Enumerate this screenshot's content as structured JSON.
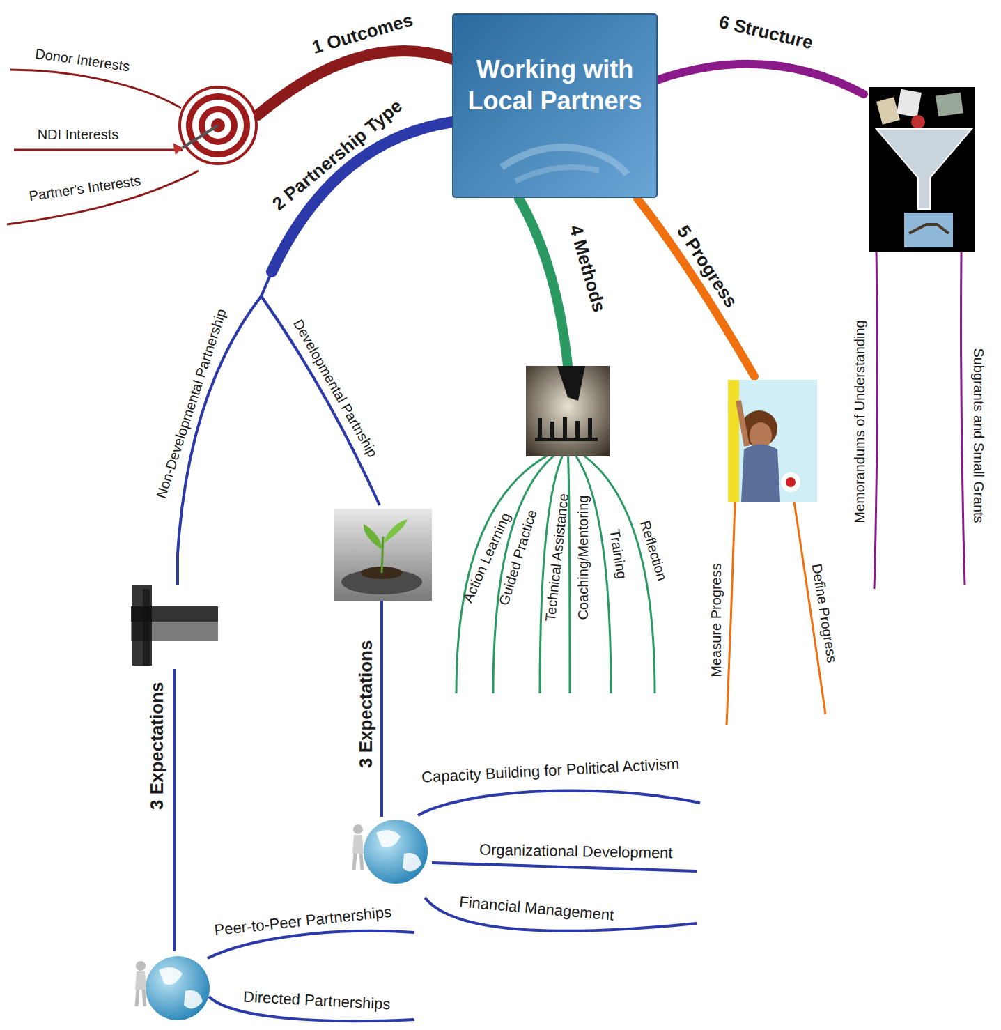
{
  "diagram": {
    "nodes": [
      {
        "text": [
          "Working with Local Partners"
        ]
      }
    ],
    "labels": [
      "1 Outcomes",
      "Donor Interests",
      "NDI Interests",
      "Partner's Interests",
      "2 Partnership Type",
      "6 Structure",
      "4 Methods",
      "5 Progress",
      "Non-Developmental Partnership",
      "Developmental Partnship",
      "Action Learning",
      "Guided Practice",
      "Technical Assistance",
      "Coaching/Mentoring",
      "Training",
      "Reflection",
      "Measure Progress",
      "Define Progress",
      "Memorandums of Understanding",
      "Subgrants and Small Grants",
      "3 Expectations",
      "3 Expectations",
      "Capacity Building for Political Activism",
      "Organizational Development",
      "Financial Management",
      "Peer-to-Peer Partnerships",
      "Directed Partnerships"
    ]
  }
}
